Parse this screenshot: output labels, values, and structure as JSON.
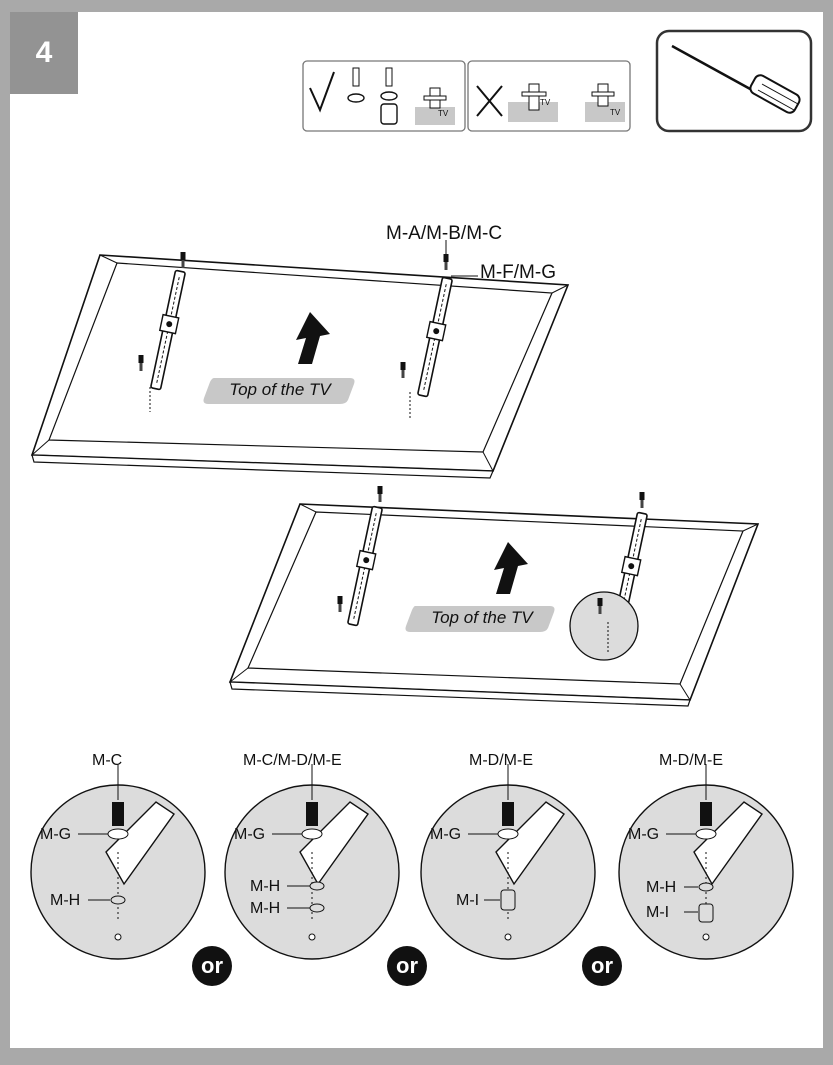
{
  "step": {
    "number": "4"
  },
  "hardware_hint": {
    "tv_label": "TV"
  },
  "diagram": {
    "top_label": "Top of the TV",
    "screw_label": "M-A/M-B/M-C",
    "washer_label": "M-F/M-G"
  },
  "details": [
    {
      "screw": "M-C",
      "washer": "M-G",
      "spacers": [
        "M-H"
      ]
    },
    {
      "screw": "M-C/M-D/M-E",
      "washer": "M-G",
      "spacers": [
        "M-H",
        "M-H"
      ]
    },
    {
      "screw": "M-D/M-E",
      "washer": "M-G",
      "spacers": [
        "M-I"
      ]
    },
    {
      "screw": "M-D/M-E",
      "washer": "M-G",
      "spacers": [
        "M-H",
        "M-I"
      ]
    }
  ],
  "or_label": "or",
  "colors": {
    "frame": "#a9a9a9",
    "step_box": "#939393",
    "tag_fill": "#c8c8c8",
    "circle_fill": "#dcdcdc",
    "ink": "#111111"
  }
}
